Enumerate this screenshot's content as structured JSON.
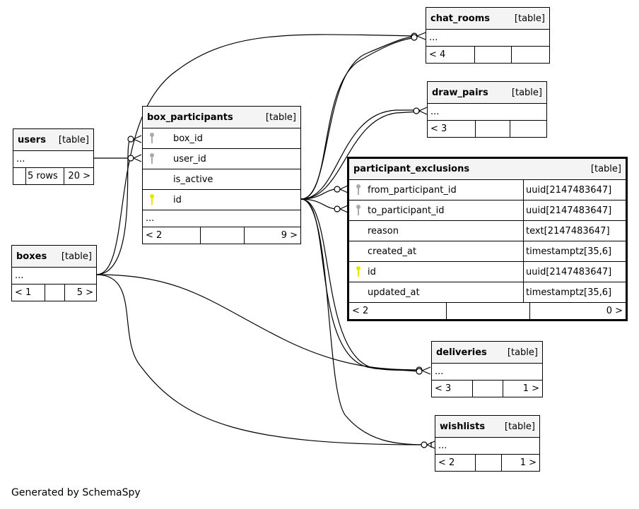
{
  "tables": {
    "chat_rooms": {
      "name": "chat_rooms",
      "type": "[table]",
      "more": "...",
      "stats": [
        "< 4",
        "",
        ""
      ]
    },
    "draw_pairs": {
      "name": "draw_pairs",
      "type": "[table]",
      "more": "...",
      "stats": [
        "< 3",
        "",
        ""
      ]
    },
    "users": {
      "name": "users",
      "type": "[table]",
      "more": "...",
      "stats": [
        "",
        "5 rows",
        "20 >"
      ]
    },
    "box_participants": {
      "name": "box_participants",
      "type": "[table]",
      "columns": [
        {
          "name": "box_id",
          "key": "fk"
        },
        {
          "name": "user_id",
          "key": "fk"
        },
        {
          "name": "is_active",
          "key": ""
        },
        {
          "name": "id",
          "key": "pk"
        }
      ],
      "more": "...",
      "stats": [
        "< 2",
        "",
        "9 >"
      ]
    },
    "participant_exclusions": {
      "name": "participant_exclusions",
      "type": "[table]",
      "columns": [
        {
          "name": "from_participant_id",
          "dtype": "uuid[2147483647]",
          "key": "fk"
        },
        {
          "name": "to_participant_id",
          "dtype": "uuid[2147483647]",
          "key": "fk"
        },
        {
          "name": "reason",
          "dtype": "text[2147483647]",
          "key": ""
        },
        {
          "name": "created_at",
          "dtype": "timestamptz[35,6]",
          "key": ""
        },
        {
          "name": "id",
          "dtype": "uuid[2147483647]",
          "key": "pk"
        },
        {
          "name": "updated_at",
          "dtype": "timestamptz[35,6]",
          "key": ""
        }
      ],
      "stats": [
        "< 2",
        "",
        "0 >"
      ]
    },
    "boxes": {
      "name": "boxes",
      "type": "[table]",
      "more": "...",
      "stats": [
        "< 1",
        "",
        "5 >"
      ]
    },
    "deliveries": {
      "name": "deliveries",
      "type": "[table]",
      "more": "...",
      "stats": [
        "< 3",
        "",
        "1 >"
      ]
    },
    "wishlists": {
      "name": "wishlists",
      "type": "[table]",
      "more": "...",
      "stats": [
        "< 2",
        "",
        "1 >"
      ]
    }
  },
  "footer": "Generated by SchemaSpy",
  "colors": {
    "header_bg": "#f4f4f4",
    "pk_key": "#e6e600",
    "fk_key": "#aaaaaa",
    "line": "#000000"
  }
}
